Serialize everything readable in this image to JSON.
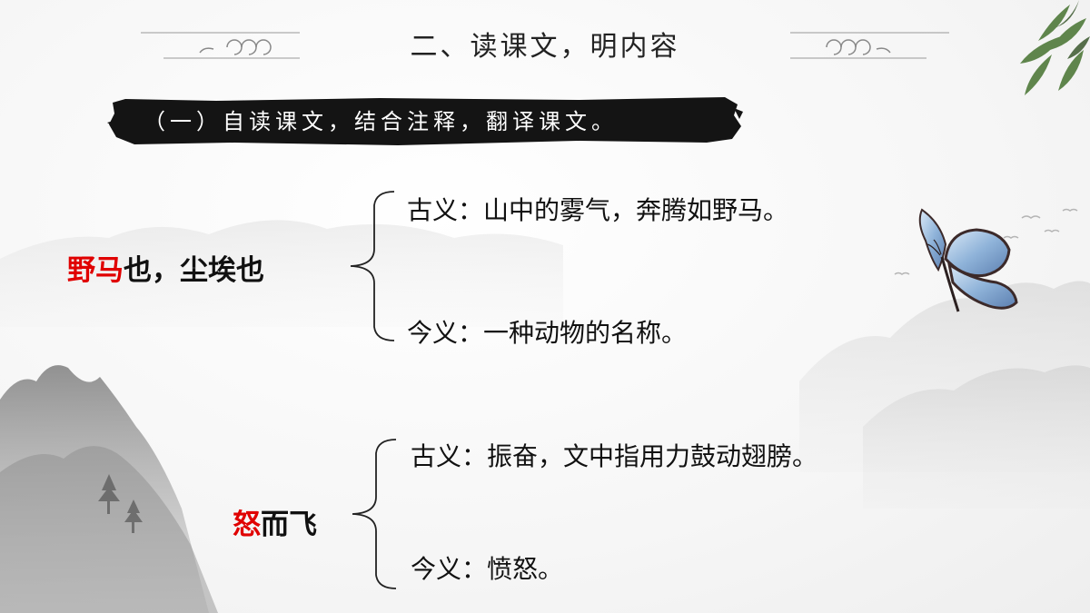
{
  "slide": {
    "title": "二、读课文，明内容",
    "banner_text": "（一）自读课文，结合注释，翻译课文。",
    "entries": [
      {
        "term_highlight": "野马",
        "term_rest": "也，尘埃也",
        "ancient": "古义：山中的雾气，奔腾如野马。",
        "modern": "今义：一种动物的名称。"
      },
      {
        "term_highlight": "怒",
        "term_rest": "而飞",
        "ancient": "古义：振奋，文中指用力鼓动翅膀。",
        "modern": "今义：愤怒。"
      }
    ]
  },
  "colors": {
    "highlight": "#e00000",
    "text": "#111111",
    "banner": "#111111",
    "butterfly": "#8fb3d9"
  },
  "icons": [
    "cloud-scroll-icon",
    "bamboo-leaves-icon",
    "butterfly-icon",
    "ink-mountains-icon"
  ]
}
